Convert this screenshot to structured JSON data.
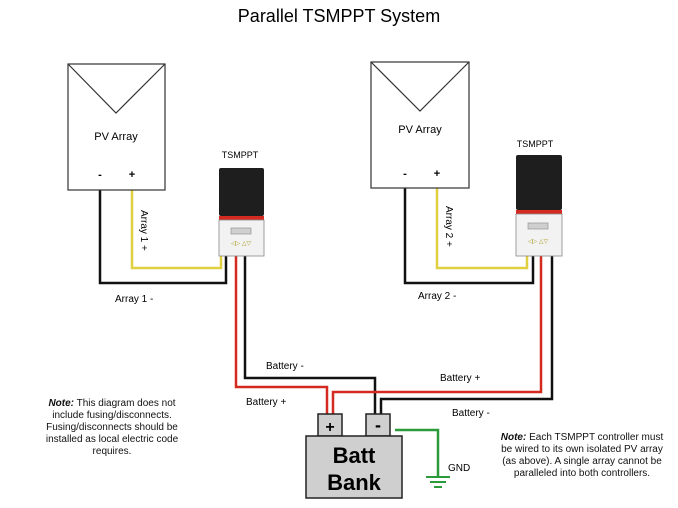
{
  "title": "Parallel TSMPPT System",
  "arrays": [
    {
      "label": "PV Array",
      "neg": "-",
      "pos": "+",
      "pos_wire_label": "Array 1 +",
      "neg_wire_label": "Array 1 -"
    },
    {
      "label": "PV Array",
      "neg": "-",
      "pos": "+",
      "pos_wire_label": "Array 2 +",
      "neg_wire_label": "Array 2 -"
    }
  ],
  "controllers": [
    {
      "label": "TSMPPT",
      "indicator": "◁▷ △▽"
    },
    {
      "label": "TSMPPT",
      "indicator": "◁▷ △▽"
    }
  ],
  "wire_labels": {
    "battery_neg_1": "Battery -",
    "battery_pos_1": "Battery +",
    "battery_pos_2": "Battery +",
    "battery_neg_2": "Battery -"
  },
  "battery": {
    "line1": "Batt",
    "line2": "Bank",
    "pos": "+",
    "neg": "-"
  },
  "ground": "GND",
  "notes": {
    "left": {
      "lead": "Note:",
      "text": " This diagram does not include fusing/disconnects. Fusing/disconnects should be installed as local electric code requires."
    },
    "right": {
      "lead": "Note:",
      "text": " Each TSMPPT controller must be wired to its own isolated PV array (as above). A single array cannot be paralleled into both controllers."
    }
  },
  "colors": {
    "positive": "#d42a20",
    "negative": "#111111",
    "array_pos": "#e0d040",
    "ground": "#2b9a3a",
    "battery": "#cfcfcf"
  }
}
